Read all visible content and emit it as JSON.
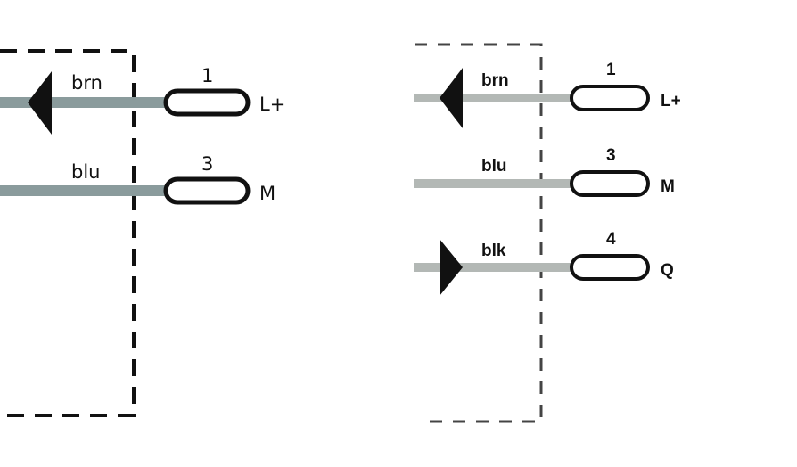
{
  "left_diagram": {
    "wires": [
      {
        "color_label": "brn",
        "pin": "1",
        "terminal": "L+",
        "arrow": "in"
      },
      {
        "color_label": "blu",
        "pin": "3",
        "terminal": "M",
        "arrow": "none"
      }
    ]
  },
  "right_diagram": {
    "wires": [
      {
        "color_label": "brn",
        "pin": "1",
        "terminal": "L+",
        "arrow": "in"
      },
      {
        "color_label": "blu",
        "pin": "3",
        "terminal": "M",
        "arrow": "none"
      },
      {
        "color_label": "blk",
        "pin": "4",
        "terminal": "Q",
        "arrow": "out"
      }
    ]
  },
  "colors": {
    "wire_left": "#8a9b9c",
    "wire_right": "#b3b8b5",
    "box_right": "#444444"
  }
}
